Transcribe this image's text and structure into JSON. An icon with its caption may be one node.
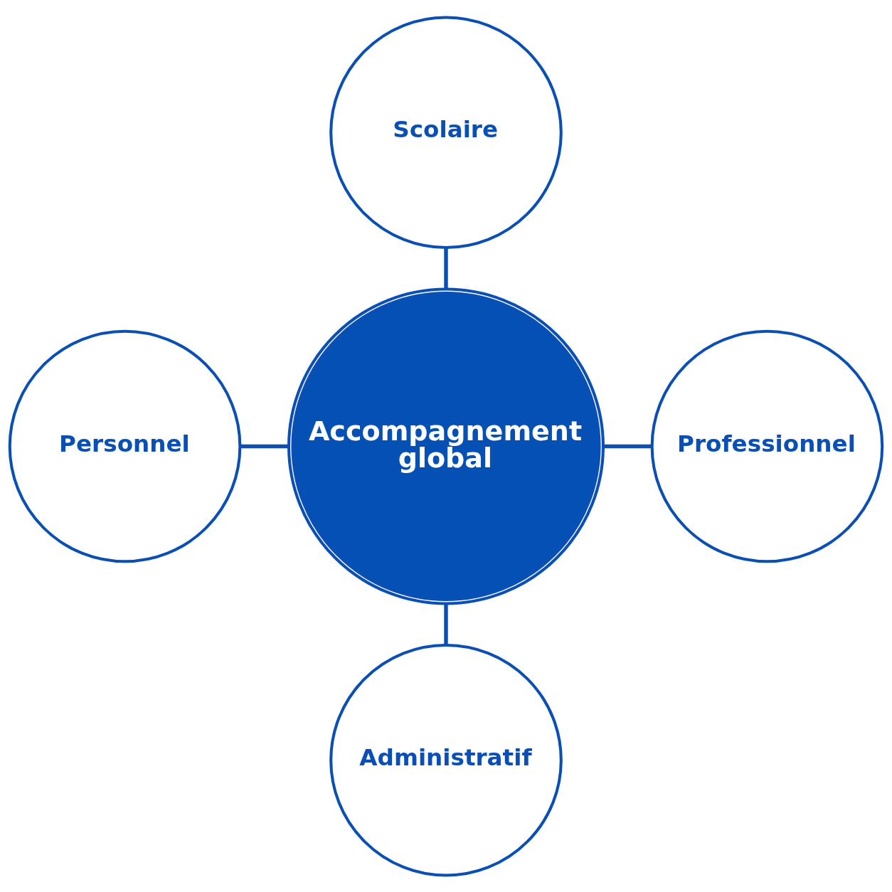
{
  "diagram": {
    "nodes": [
      {
        "text": [
          "Scolaire"
        ]
      },
      {
        "text": [
          "Personnel"
        ]
      },
      {
        "text": [
          "Accompagnement global"
        ]
      },
      {
        "text": [
          "Professionnel"
        ]
      },
      {
        "text": [
          "Administratif"
        ]
      }
    ],
    "edges": [
      {
        "from": 0,
        "to": 2,
        "arrow": "none"
      },
      {
        "from": 1,
        "to": 2,
        "arrow": "none"
      },
      {
        "from": 2,
        "to": 3,
        "arrow": "none"
      },
      {
        "from": 2,
        "to": 4,
        "arrow": "none"
      }
    ]
  }
}
